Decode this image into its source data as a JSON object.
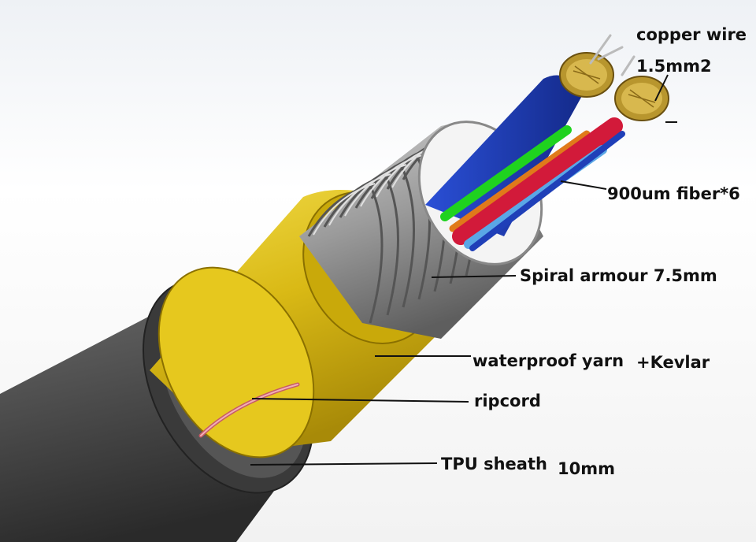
{
  "labels": {
    "copper_wire": "copper wire",
    "copper_size": "1.5mm2",
    "fiber": "900um fiber*6",
    "armour": "Spiral armour 7.5mm",
    "yarn": "waterproof yarn",
    "kevlar": "+Kevlar",
    "ripcord": "ripcord",
    "sheath": "TPU sheath",
    "sheath_size": "10mm"
  },
  "colors": {
    "sheath": "#4a4a4a",
    "yarn": "#e0c21a",
    "armour": "#9a9a9a",
    "blue_tube": "#1f3fb8",
    "green_fiber": "#1fd21f",
    "orange_fiber": "#e07a1a",
    "light_blue_fiber": "#5aa7e6",
    "red_tube": "#d21a3a",
    "copper": "#b8962e",
    "ripcord": "#e89aa0"
  }
}
